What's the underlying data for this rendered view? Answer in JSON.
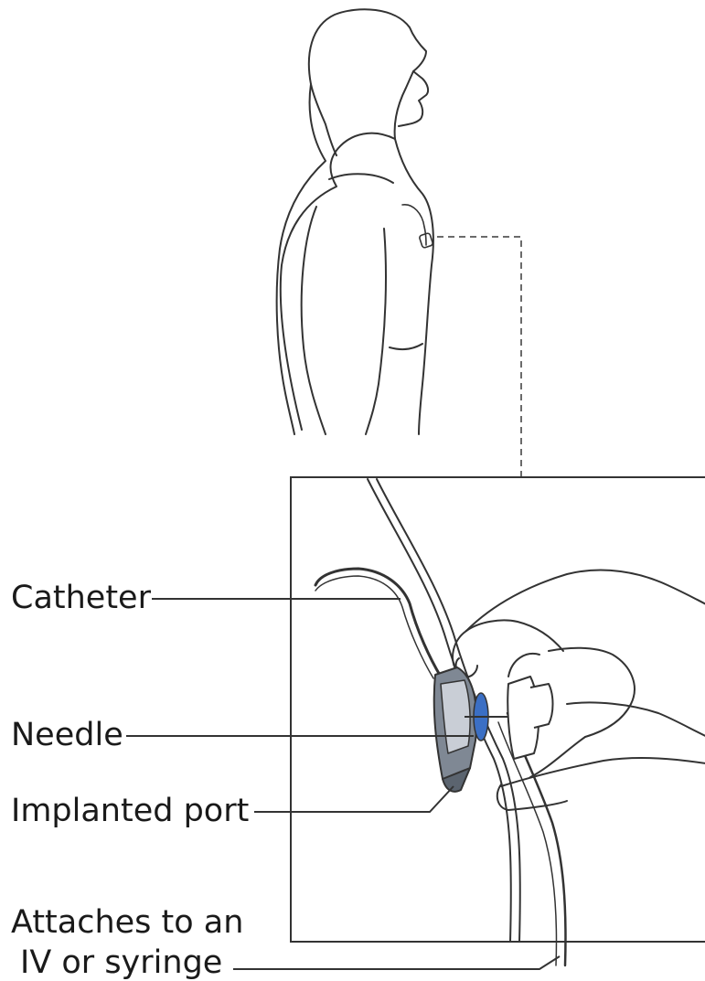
{
  "labels": {
    "catheter": "Catheter",
    "needle": "Needle",
    "implanted_port": "Implanted port",
    "attaches_line1": "Attaches to an",
    "attaches_line2": "IV or syringe"
  },
  "colors": {
    "line": "#333333",
    "port_body": "#7f8894",
    "port_dark": "#5b646f",
    "port_septum": "#3b6fc4",
    "dashed": "#6b6b6b"
  }
}
